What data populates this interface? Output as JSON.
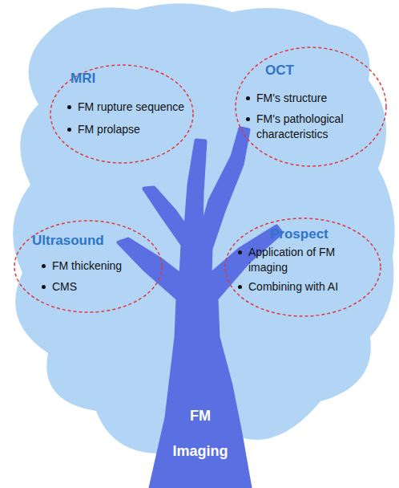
{
  "diagram": {
    "nodes": [
      {
        "text": [
          "MRI",
          "FM rupture sequence",
          "FM prolapse"
        ]
      },
      {
        "text": [
          "OCT",
          "FM's structure",
          "FM's pathological characteristics"
        ]
      },
      {
        "text": [
          "Ultrasound",
          "FM thickening",
          "CMS"
        ]
      },
      {
        "text": [
          "Prospect",
          "Application of FM imaging",
          "Combining with AI"
        ]
      },
      {
        "text": [
          "FM Imaging"
        ]
      }
    ]
  }
}
